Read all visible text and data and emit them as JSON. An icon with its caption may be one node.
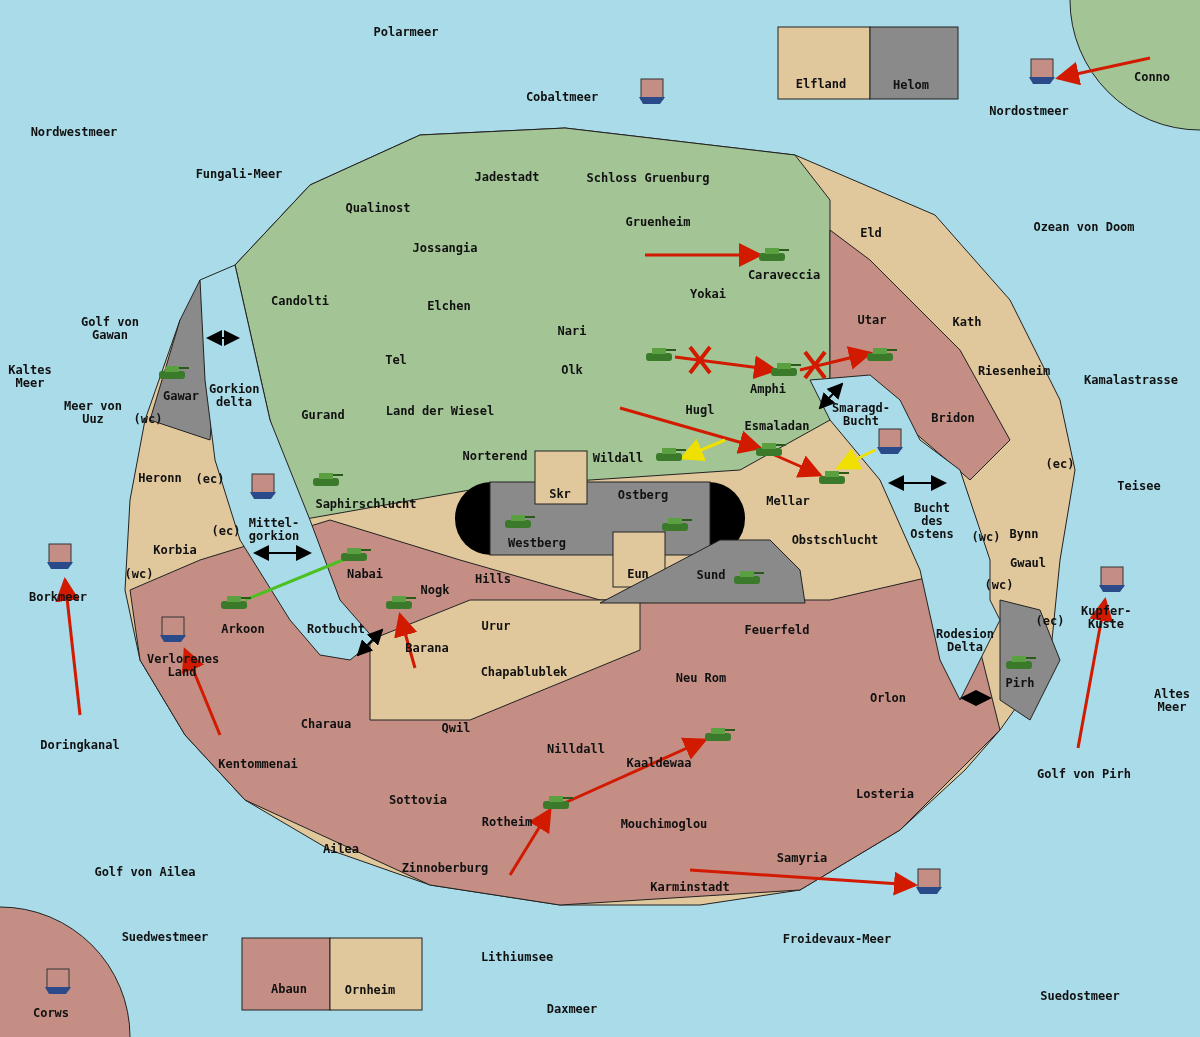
{
  "diagram": {
    "labels": [
      "Polarmeer",
      "Elfland",
      "Helom",
      "Conno",
      "Nordostmeer",
      "Cobaltmeer",
      "Nordwestmeer",
      "Fungali-Meer",
      "Jadestadt",
      "Schloss Gruenburg",
      "Qualinost",
      "Gruenheim",
      "Eld",
      "Ozean von Doom",
      "Jossangia",
      "Caraveccia",
      "Candolti",
      "Yokai",
      "Elchen",
      "Golf von Gawan",
      "Utar",
      "Kath",
      "Nari",
      "Tel",
      "Olk",
      "Kaltes Meer",
      "Gawar",
      "Gorkion delta",
      "Amphi",
      "Riesenheim",
      "Kamalastrasse",
      "Meer von Uuz",
      "(wc)",
      "Gurand",
      "Land der Wiesel",
      "Hugl",
      "Smaragd-Bucht",
      "Bridon",
      "Esmaladan",
      "Norterend",
      "Wildall",
      "Heronn",
      "(ec)",
      "(ec)",
      "Teisee",
      "Skr",
      "Ostberg",
      "Mellar",
      "Saphirschlucht",
      "Bucht des Ostens",
      "Mittel-gorkion",
      "(ec)",
      "(wc)",
      "Bynn",
      "Westberg",
      "Obstschlucht",
      "Korbia",
      "(wc)",
      "Nabai",
      "Eun",
      "Sund",
      "Hills",
      "Gwaul",
      "(wc)",
      "Borkmeer",
      "Nogk",
      "Kupfer-Küste",
      "(ec)",
      "Urur",
      "Feuerfeld",
      "Arkoon",
      "Rotbucht",
      "Rodesion Delta",
      "Barana",
      "Verlorenes Land",
      "Chapablublek",
      "Neu Rom",
      "Pirh",
      "Orlon",
      "Altes Meer",
      "Charaua",
      "Qwil",
      "Doringkanal",
      "Nilldall",
      "Kaaldewaa",
      "Kentommenai",
      "Golf von Pirh",
      "Losteria",
      "Sottovia",
      "Rotheim",
      "Mouchimoglou",
      "Ailea",
      "Samyria",
      "Zinnoberburg",
      "Golf von Ailea",
      "Karminstadt",
      "Suedwestmeer",
      "Froidevaux-Meer",
      "Lithiumsee",
      "Abaun",
      "Ornheim",
      "Suedostmeer",
      "Daxmeer",
      "Corws"
    ]
  }
}
